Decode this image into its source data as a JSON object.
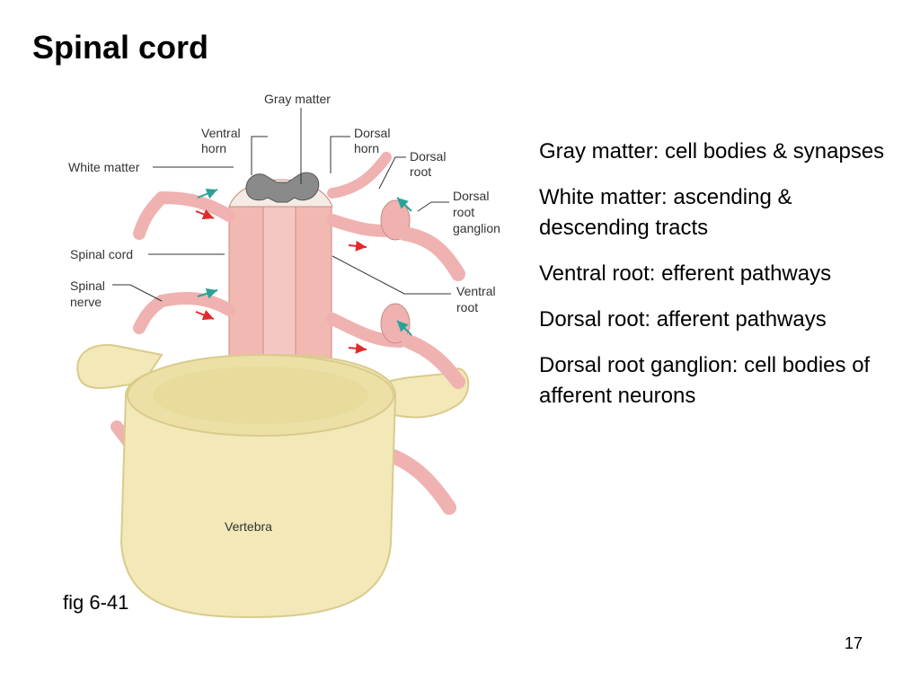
{
  "slide": {
    "title": "Spinal cord",
    "figure_caption": "fig 6-41",
    "page_number": "17"
  },
  "diagram": {
    "labels": {
      "gray_matter": "Gray matter",
      "ventral_horn": [
        "Ventral",
        "horn"
      ],
      "dorsal_horn": [
        "Dorsal",
        "horn"
      ],
      "dorsal_root": [
        "Dorsal",
        "root"
      ],
      "white_matter": "White matter",
      "dorsal_root_ganglion": [
        "Dorsal",
        "root",
        "ganglion"
      ],
      "spinal_cord": "Spinal cord",
      "spinal_nerve": [
        "Spinal",
        "nerve"
      ],
      "ventral_root": [
        "Ventral",
        "root"
      ],
      "vertebra": "Vertebra"
    },
    "colors": {
      "bone": "#f2e8b8",
      "bone_shadow": "#d9cb8c",
      "cord": "#f2b9b3",
      "nerve": "#efb2b0",
      "gray_matter": "#8a8a8a",
      "afferent_arrow": "#2aa198",
      "efferent_arrow": "#e02b2b"
    }
  },
  "bullets": [
    "Gray matter: cell bodies & synapses",
    "White matter: ascending & descending tracts",
    "Ventral root: efferent pathways",
    "Dorsal root: afferent pathways",
    "Dorsal root ganglion: cell bodies of afferent neurons"
  ]
}
